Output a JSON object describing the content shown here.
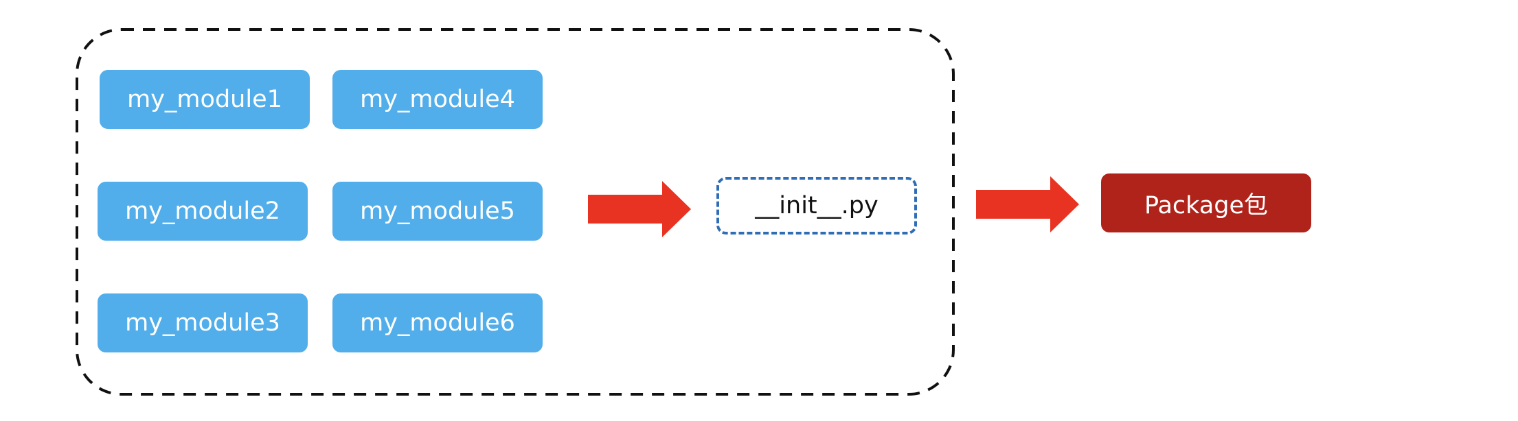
{
  "modules": [
    {
      "label": "my_module1"
    },
    {
      "label": "my_module2"
    },
    {
      "label": "my_module3"
    },
    {
      "label": "my_module4"
    },
    {
      "label": "my_module5"
    },
    {
      "label": "my_module6"
    }
  ],
  "init_file": {
    "label": "__init__.py"
  },
  "package": {
    "label": "Package包"
  },
  "colors": {
    "module_fill": "#52aeea",
    "package_fill": "#b0231a",
    "arrow_fill": "#e83323",
    "init_border": "#2f6db7",
    "group_border": "#111111"
  },
  "icons": [
    "arrow-right-icon",
    "arrow-right-icon"
  ]
}
